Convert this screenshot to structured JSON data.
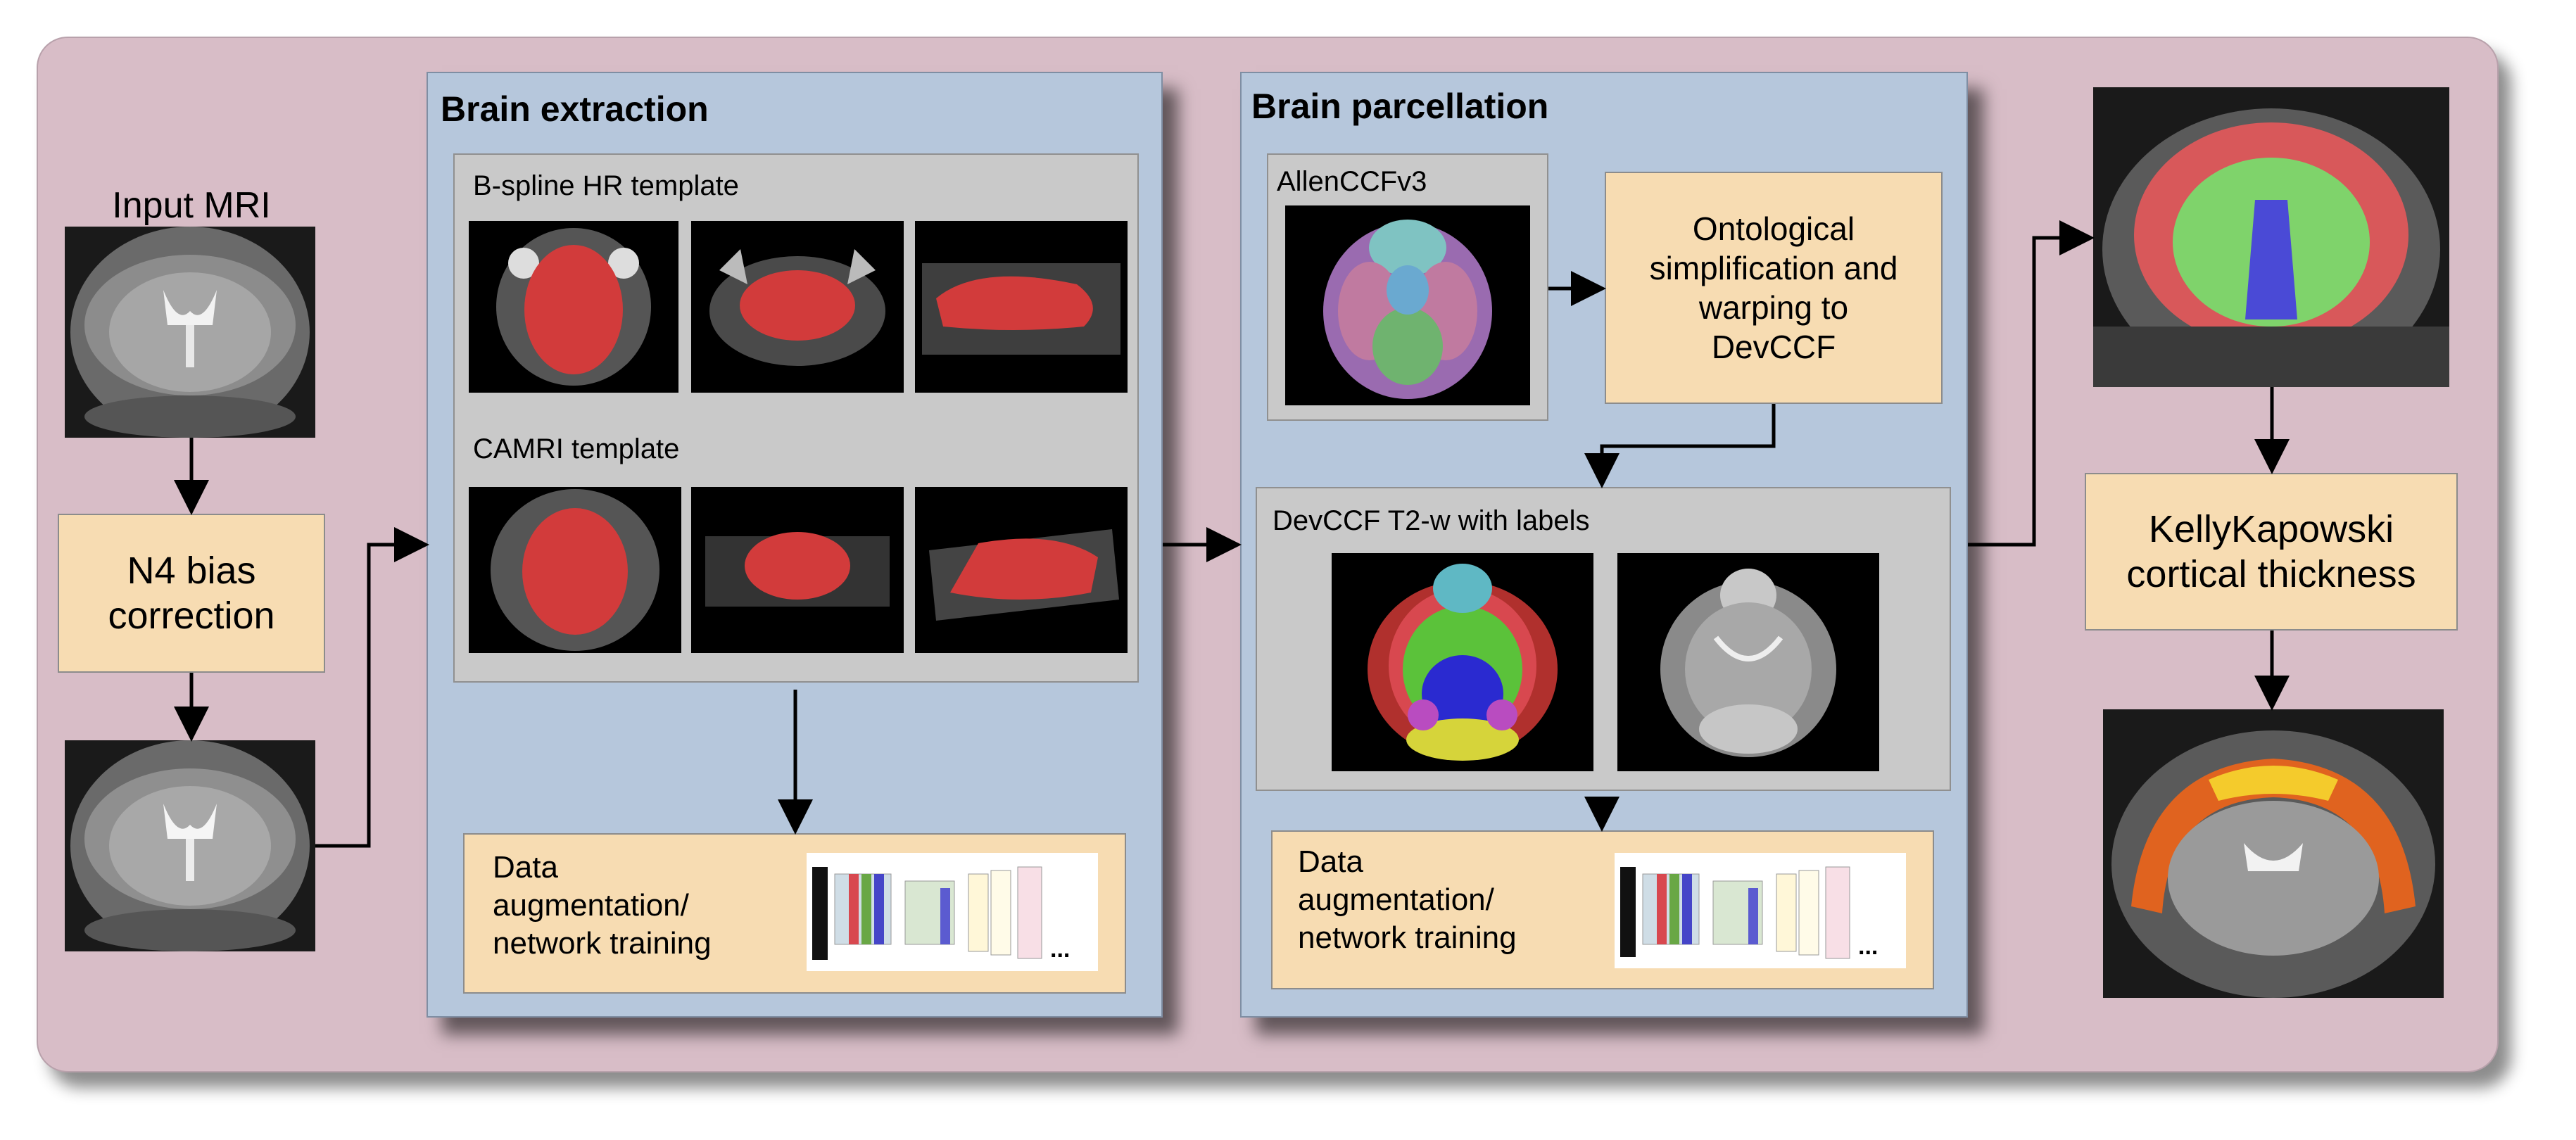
{
  "input_label": "Input MRI",
  "n4": {
    "line1": "N4 bias",
    "line2": "correction"
  },
  "extraction": {
    "title": "Brain extraction",
    "bspline_label": "B-spline HR template",
    "camri_label": "CAMRI template",
    "aug": {
      "line1": "Data",
      "line2": "augmentation/",
      "line3": "network training"
    }
  },
  "parcellation": {
    "title": "Brain parcellation",
    "allen_label": "AllenCCFv3",
    "onto": {
      "line1": "Ontological",
      "line2": "simplification and",
      "line3": "warping to",
      "line4": "DevCCF"
    },
    "devccf_label": "DevCCF T2-w with labels",
    "aug": {
      "line1": "Data",
      "line2": "augmentation/",
      "line3": "network training"
    }
  },
  "kelly": {
    "line1": "KellyKapowski",
    "line2": "cortical thickness"
  },
  "network_ellipsis": "...",
  "colors": {
    "background": "#d8bdc7",
    "panel": "#b6c7dc",
    "process_box": "#f7dcb2",
    "mask_red": "#d23b3b",
    "label_green": "#69d34f",
    "label_blue": "#4547d0"
  },
  "icons": [
    "mri-slice",
    "brain-mask",
    "atlas-labels",
    "network-diagram",
    "arrow"
  ]
}
